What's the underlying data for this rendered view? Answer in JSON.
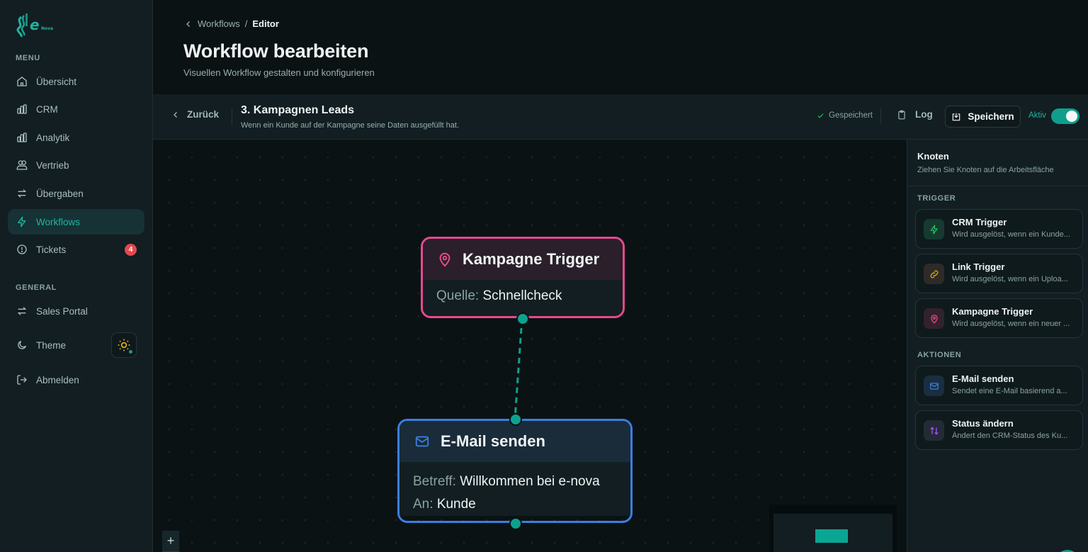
{
  "brand": {
    "name": "e",
    "sub": "Nova",
    "accent": "#1fb3a0"
  },
  "sidebar": {
    "menu_label": "MENU",
    "items": [
      {
        "label": "Übersicht",
        "icon": "home-icon"
      },
      {
        "label": "CRM",
        "icon": "bar-chart-icon"
      },
      {
        "label": "Analytik",
        "icon": "bar-chart-icon"
      },
      {
        "label": "Vertrieb",
        "icon": "users-icon"
      },
      {
        "label": "Übergaben",
        "icon": "arrows-swap-icon"
      },
      {
        "label": "Workflows",
        "icon": "lightning-icon",
        "active": true
      },
      {
        "label": "Tickets",
        "icon": "alert-circle-icon",
        "badge": "4"
      }
    ],
    "general_label": "GENERAL",
    "general_items": [
      {
        "label": "Sales Portal",
        "icon": "arrows-swap-icon"
      },
      {
        "label": "Theme",
        "icon": "moon-icon",
        "toggle_icon": "sun-icon"
      },
      {
        "label": "Abmelden",
        "icon": "logout-icon"
      }
    ]
  },
  "header": {
    "breadcrumb": {
      "parent": "Workflows",
      "separator": "/",
      "current": "Editor"
    },
    "title": "Workflow bearbeiten",
    "subtitle": "Visuellen Workflow gestalten und konfigurieren"
  },
  "toolbar": {
    "back_label": "Zurück",
    "workflow_name": "3. Kampagnen Leads",
    "workflow_description": "Wenn ein Kunde auf der Kampagne seine Daten ausgefüllt hat.",
    "saved_status": "Gespeichert",
    "log_label": "Log",
    "save_label": "Speichern",
    "active_label": "Aktiv",
    "active": true
  },
  "canvas": {
    "nodes": [
      {
        "type": "trigger",
        "title": "Kampagne Trigger",
        "icon": "map-pin-icon",
        "color": "#e6498e",
        "fields": [
          {
            "key": "Quelle:",
            "value": "Schnellcheck"
          }
        ]
      },
      {
        "type": "action",
        "title": "E-Mail senden",
        "icon": "mail-icon",
        "color": "#3a7fe0",
        "fields": [
          {
            "key": "Betreff:",
            "value": "Willkommen bei e-nova"
          },
          {
            "key": "An:",
            "value": "Kunde"
          }
        ]
      }
    ],
    "zoom_in_label": "+"
  },
  "panel": {
    "title": "Knoten",
    "subtitle": "Ziehen Sie Knoten auf die Arbeitsfläche",
    "trigger_label": "TRIGGER",
    "triggers": [
      {
        "title": "CRM Trigger",
        "desc": "Wird ausgelöst, wenn ein Kunde...",
        "icon": "lightning-icon",
        "color": "#22c55e"
      },
      {
        "title": "Link Trigger",
        "desc": "Wird ausgelöst, wenn ein Uploa...",
        "icon": "link-icon",
        "color": "#eab308"
      },
      {
        "title": "Kampagne Trigger",
        "desc": "Wird ausgelöst, wenn ein neuer ...",
        "icon": "map-pin-icon",
        "color": "#e6498e"
      }
    ],
    "actions_label": "AKTIONEN",
    "actions": [
      {
        "title": "E-Mail senden",
        "desc": "Sendet eine E-Mail basierend a...",
        "icon": "mail-icon",
        "color": "#3a7fe0"
      },
      {
        "title": "Status ändern",
        "desc": "Ändert den CRM-Status des Ku...",
        "icon": "arrows-up-down-icon",
        "color": "#a855f7"
      }
    ]
  }
}
